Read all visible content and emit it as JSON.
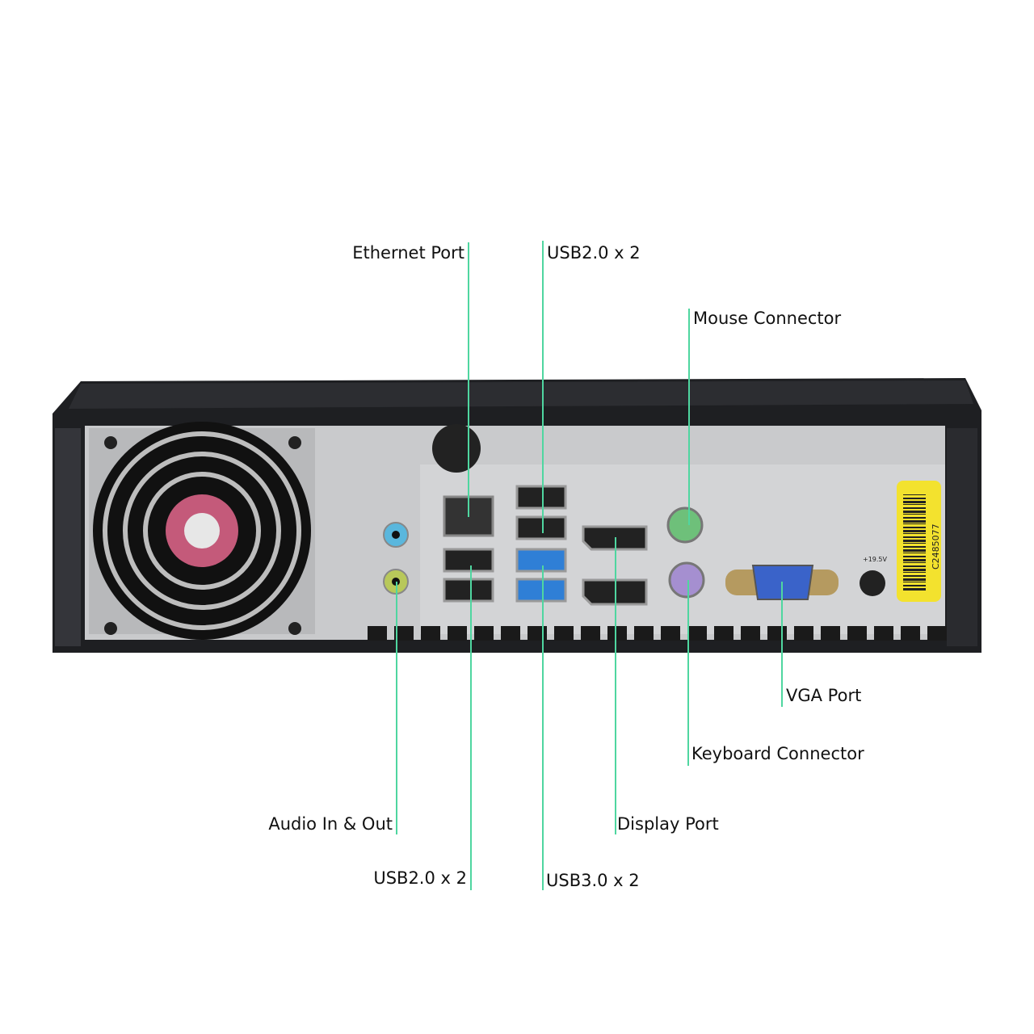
{
  "callouts": {
    "ethernet": "Ethernet Port",
    "usb2_top": "USB2.0 x 2",
    "mouse": "Mouse Connector",
    "vga": "VGA Port",
    "keyboard": "Keyboard Connector",
    "audio": "Audio In & Out",
    "display": "Display Port",
    "usb2_bottom": "USB2.0 x 2",
    "usb3": "USB3.0 x 2"
  },
  "asset_tag": "C2485077",
  "power_label": "+19.5V",
  "colors": {
    "callout_line": "#4fd6a0",
    "chassis": "#1e1f22",
    "panel": "#c9cacc",
    "usb3": "#2f7fd6",
    "mouse_port": "#6ec07a",
    "keyboard_port": "#a58fd0",
    "vga_port": "#3a63c9",
    "audio_in": "#5ab7dd",
    "audio_out": "#b8c85a",
    "asset_tag": "#f3e22e"
  }
}
